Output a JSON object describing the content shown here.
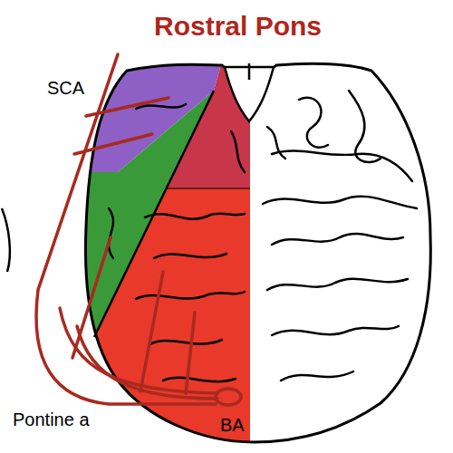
{
  "diagram": {
    "title": "Rostral Pons",
    "labels": [
      "SCA",
      "Pontine a",
      "BA"
    ]
  }
}
